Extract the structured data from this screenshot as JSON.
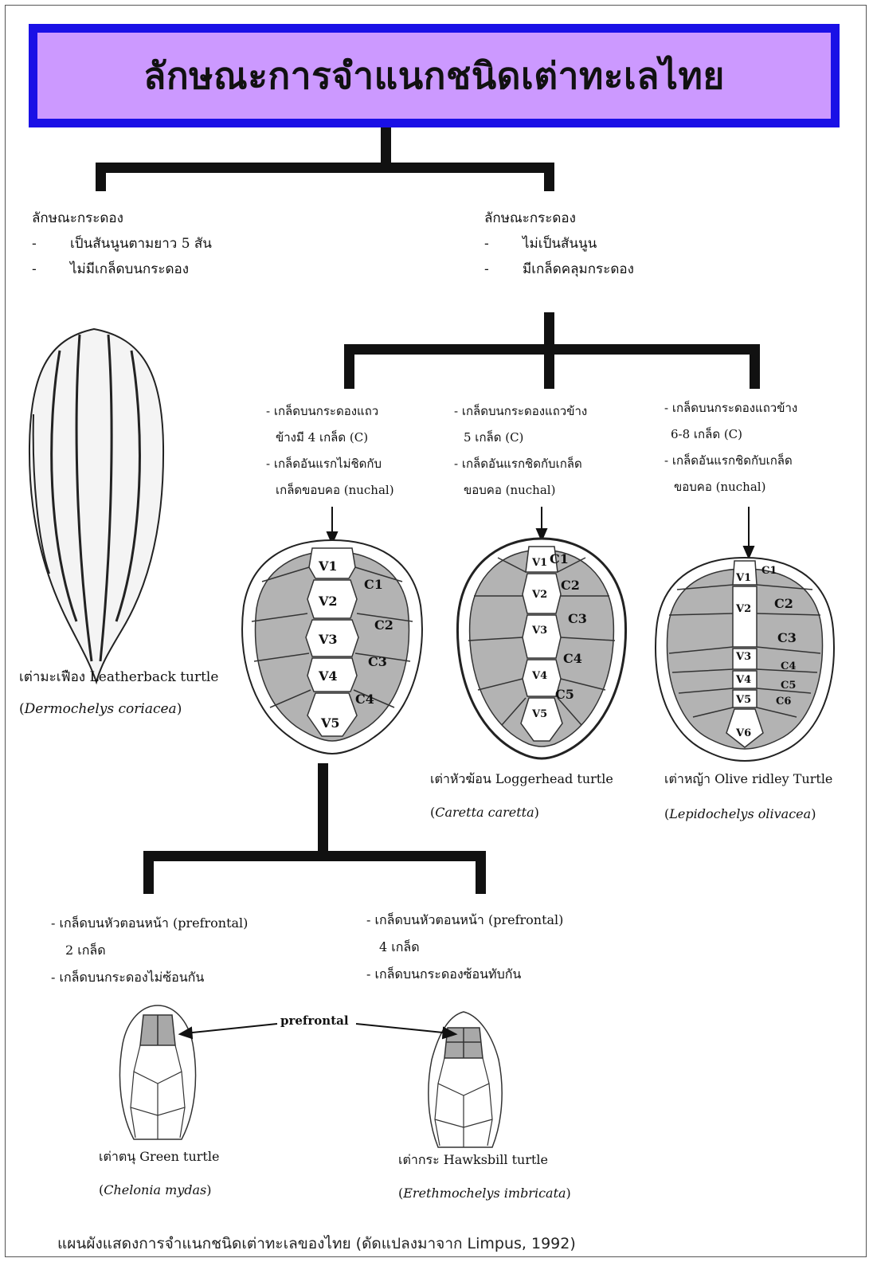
{
  "title": "ลักษณะการจำแนกชนิดเต่าทะเลไทย",
  "left_branch": {
    "heading": "ลักษณะกระดอง",
    "points": [
      "เป็นสันนูนตามยาว 5 สัน",
      "ไม่มีเกล็ดบนกระดอง"
    ],
    "caption_name": "เต่ามะเฟือง Leatherback turtle",
    "caption_sci": "Dermochelys coriacea"
  },
  "right_branch": {
    "heading": "ลักษณะกระดอง",
    "points": [
      "ไม่เป็นสันนูน",
      "มีเกล็ดคลุมกระดอง"
    ]
  },
  "group_a": {
    "lines": [
      "- เกล็ดบนกระดองแถว",
      "ข้างมี 4 เกล็ด (C)",
      "- เกล็ดอันแรกไม่ชิดกับ",
      "เกล็ดขอบคอ (nuchal)"
    ],
    "labels": [
      "V1",
      "V2",
      "V3",
      "V4",
      "V5",
      "C1",
      "C2",
      "C3",
      "C4"
    ]
  },
  "group_b": {
    "lines": [
      "- เกล็ดบนกระดองแถวข้าง",
      "5 เกล็ด (C)",
      "- เกล็ดอันแรกชิดกับเกล็ด",
      "ขอบคอ (nuchal)"
    ],
    "labels": [
      "V1",
      "V2",
      "V3",
      "V4",
      "V5",
      "C1",
      "C2",
      "C3",
      "C4",
      "C5"
    ],
    "caption_name": "เต่าหัวฆ้อน Loggerhead turtle",
    "caption_sci": "Caretta caretta"
  },
  "group_c": {
    "lines": [
      "- เกล็ดบนกระดองแถวข้าง",
      "6-8 เกล็ด (C)",
      "- เกล็ดอันแรกชิดกับเกล็ด",
      "ขอบคอ (nuchal)"
    ],
    "labels": [
      "V1",
      "V2",
      "V3",
      "V4",
      "V5",
      "V6",
      "C1",
      "C2",
      "C3",
      "C4",
      "C5",
      "C6"
    ],
    "caption_name": "เต่าหญ้า Olive ridley Turtle",
    "caption_sci": "Lepidochelys olivacea"
  },
  "group_d": {
    "lines": [
      "- เกล็ดบนหัวตอนหน้า (prefrontal)",
      "2 เกล็ด",
      "- เกล็ดบนกระดองไม่ซ้อนกัน"
    ],
    "caption_name": "เต่าตนุ Green turtle",
    "caption_sci": "Chelonia mydas"
  },
  "group_e": {
    "lines": [
      "- เกล็ดบนหัวตอนหน้า (prefrontal)",
      "4 เกล็ด",
      "- เกล็ดบนกระดองซ้อนทับกัน"
    ],
    "caption_name": "เต่ากระ Hawksbill turtle",
    "caption_sci": "Erethmochelys imbricata"
  },
  "prefrontal_label": "prefrontal",
  "footer": "แผนผังแสดงการจำแนกชนิดเต่าทะเลของไทย (ดัดแปลงมาจาก  Limpus, 1992)",
  "colors": {
    "title_bg": "#cc99ff",
    "title_border": "#1a10e6",
    "scute_fill": "#b3b3b3",
    "line": "#111111"
  }
}
